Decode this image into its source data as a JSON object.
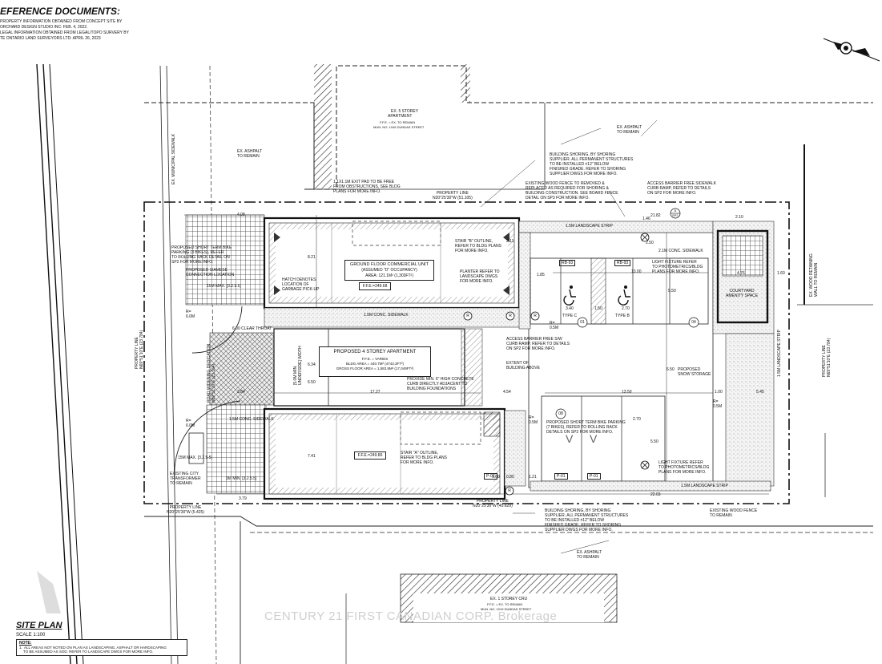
{
  "reference": {
    "title": "EFERENCE DOCUMENTS:",
    "lines": [
      "PROPERTY INFORMATION OBTAINED FROM CONCEPT SITE BY",
      "ORCHARD DESIGN STUDIO INC: FEB. 4, 2022.",
      "LEGAL INFORMATION OBTAINED FROM LEGAL/TOPO SURVERY BY",
      "TE ONTARIO LAND SURVEYORS LTD: APRIL 26, 2023"
    ]
  },
  "buildings": {
    "ex5_name": "EX. 5 STOREY",
    "ex5_type": "APARTMENT",
    "ex5_ffe": "F.F.E. = EX. TO REMAIN",
    "ex5_addr": "MUN. No. 1045 DUNDAS STREET",
    "ex1_name": "EX. 1 STOREY CRU",
    "ex1_ffe": "F.F.E. = EX. TO REMAIN",
    "ex1_addr": "MUN. No. 1019 DUNDAS STREET",
    "proposed_title": "PROPOSED 4 STOREY APARTMENT",
    "proposed_ffe": "F.F.E. = VARIES",
    "proposed_area": "BLDG AREA = 440.7m² (4743.3ft²)",
    "proposed_gfa": "GROSS FLOOR AREA = 1,583.9m² (17,049ft²)",
    "commercial_title": "GROUND FLOOR COMMERCIAL UNIT",
    "commercial_occ": "(ASSUMED \"D\" OCCUPANCY)",
    "commercial_area": "AREA: 121.1m² (1,303ft²)",
    "ffe_north": "F.F.E.=249.68",
    "ffe_south": "F.F.E.=249.86"
  },
  "notes": {
    "ex_ashphalt": "EX. ASHPALT\nTO REMAIN",
    "ex_municipal_sidewalk": "EX. MUNICIPAL SIDEWALK",
    "exit_pad": "1.1x1.1m EXIT PAD TO BE FREE\nFROM OBSTRUCTIONS, SEE BLDG\nPLANS FOR MORE INFO.",
    "property_line_n": "PROPERTY LINE\nN20°25'30\"W (51.105)",
    "shoring_n": "BUILDING SHORING, BY SHORING\nSUPPLIER. ALL PERMANENT STRUCTURES\nTO BE INSTALLED ±12\" BELOW\nFINISHED GRADE. REFER TO SHORING\nSUPPLIER DWGS FOR MORE INFO.",
    "wood_fence_n": "EXISTING WOOD FENCE TO REMOVED &\nREPLACED AS REQUIRED FOR SHORING &\nBUILDING CONSTRUCTION. SEE BOARD FENCE\nDETAIL ON SP3 FOR MORE INFO.",
    "access_barrier_n": "ACCESS BARRIER FREE SIDEWALK\nCURB RAMP, REFER TO DETAILS\nON SP2 FOR MORE INFO.",
    "bike_parking_3": "PROPOSED SHORT TERM BIKE\nPARKING (3 BIKES), REFER\nTO ROLLING RACK DETAIL ON\nSP2 FOR MORE INFO.",
    "siamese": "PROPOSED SIAMESE\nCONNECTION LOCATION",
    "hatch": "HATCH DENOTES\nLOCATION OF\nGARBAGE PICK-UP",
    "stair_b": "STAIR \"B\" OUTLINE,\nREFER TO BLDG PLANS\nFOR MORE INFO.",
    "stair_a": "STAIR \"A\" OUTLINE,\nREFER TO BLDG PLANS\nFOR MORE INFO.",
    "planter": "PLANTER REFER TO\nLANDSCAPE DWGS\nFOR MORE INFO.",
    "light_n": "LIGHT FIXTURE REFER\nTO PHOTOMETRICS/BLDG\nPLANS FOR MORE INFO.",
    "light_s": "LIGHT FIXTURE REFER\nTO PHOTOMETRICS/BLDG\nPLANS FOR MORE INFO.",
    "landscape_strip_n": "1.5m LANDSCAPE STRIP",
    "landscape_strip_s": "1.5m LANDSCAPE STRIP",
    "landscape_strip_e": "1.5m LANDSCAPE STRIP",
    "conc_sidewalk_21": "2.1m CONC. SIDEWALK",
    "conc_sidewalk_15": "1.5m CONC. SIDEWALK",
    "conc_sidewalk_15b": "1.5m CONC. SIDEWALK",
    "clear_throat": "6.00 CLEAR THROAT",
    "courtyard": "COURTYARD\nAMENITY SPACE",
    "ex_wood_retaining": "EX. WOOD RETAINING\nWALL TO REMAIN",
    "access_barrier_s": "ACCESS BARRIER FREE S/W\nCURB RAMP, REFER TO DETAILS\nON SP2 FOR MORE INFO.",
    "extent": "EXTENT OF\nBUILDING ABOVE",
    "concrete_curb": "PROVIDE MIN. 6\" HIGH CONCRETE\nCURB DIRECTLY ADJACENT TO\nBUILDING FOUNDATIONS",
    "snow": "PROPOSED\nSNOW STORAGE",
    "bike_parking_7": "PROPOSED SHORT TERM BIKE PARKING\n(7 BIKES), REFER TO ROLLING RACK\nDETAILS ON SP2 FOR MORE INFO.",
    "transformer": "EXISTING CITY\nTRANSFORMER\nTO REMAIN",
    "property_line_s": "PROPERTY LINE\nN20°25'30\"W (45.629)",
    "property_line_sw": "PROPERTY LINE\nN20°25'30\"W (5.425)",
    "shoring_s": "BUILDING SHORING, BY SHORING\nSUPPLIER. ALL PERMANENT STRUCTURES\nTO BE INSTALLED ±12\" BELOW\nFINISHED GRADE. REFER TO SHORING\nSUPPLIER DWGS FOR MORE INFO.",
    "wood_fence_s": "EXISTING WOOD FENCE\nTO REMAIN",
    "property_line_w": "PROPERTY LINE\nN69°51'10\"E (23.784)",
    "property_line_e": "PROPERTY LINE\nN69°51'10\"E (23.784)",
    "road_widening": "ROAD WIDENING DEDICATION\nN69°51'10\"E (23.164)",
    "underside": "[5.0m MIN.\nUNDERSIDE] WIDTH",
    "r_n": "R=\n6.0m",
    "r_s": "R=\n6.0m",
    "r_e1": "R=\n0.5m",
    "r_e2": "R=\n0.5m",
    "r_e3": "R=\n0.5m",
    "type_c": "TYPE C",
    "type_b": "TYPE B",
    "p01a": "P-01",
    "p01b": "P-01",
    "p01c": "P-01",
    "rb93a": "Rb-93",
    "rb93b": "Rb-93",
    "sp2": "A\nSP2",
    "min15_a": "15m MAX. [3.2.5.5]",
    "min15_b": "15m MAX. [3.2.5.5]",
    "min3": "3m MIN. [3.2.5.5]"
  },
  "dims": {
    "d408": "4.08",
    "d821": "8.21",
    "d211": "2.11",
    "d2185": "21.82",
    "d1300": "13.00",
    "d340": "3.40",
    "d150": "1.50",
    "d270": "2.70",
    "d550": "5.50",
    "d476": "4.76",
    "d160": "1.60",
    "d185": "1.85",
    "d634": "6.34",
    "d650": "6.50",
    "d1727": "17.27",
    "d454": "4.54",
    "d1350": "13.50",
    "d100": "1.00",
    "d545": "5.45",
    "d741": "7.41",
    "d384": "3.84",
    "d379": "3.79",
    "d2203": "22.03",
    "d270b": "2.70",
    "d550b": "5.50",
    "d080": "0.80",
    "d121": "1.21",
    "d160b": "1.60",
    "d650b": "6.50",
    "d210": "2.10",
    "d146": "1.46",
    "d250": "2.50"
  },
  "markers": {
    "n1": "01",
    "n4": "04",
    "n8": "08",
    "r": "R",
    "v": "V"
  },
  "title_block": {
    "title": "SITE PLAN",
    "scale": "SCALE 1:100",
    "note_label": "NOTE:",
    "note_text": "1.  ALL AREAS NOT NOTED ON PLAN AS LANDSCAPING, ASPHALT OR HARDSCAPING\n    TO BE ASSUMED AS SOD. REFER TO LANDSCAPE DWGS FOR MORE INFO."
  },
  "watermark": "CENTURY 21 FIRST CANADIAN CORP. Brokerage"
}
